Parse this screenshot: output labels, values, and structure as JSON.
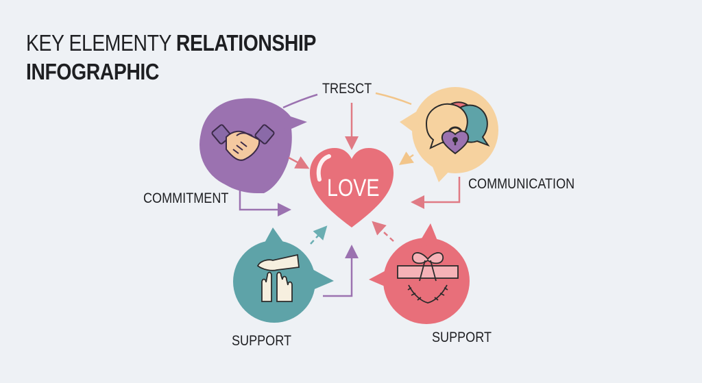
{
  "title": {
    "line1_part1": "KEY ELEMENTY ",
    "line1_part2": "RELATIONSHIP",
    "line2": "INFOGRAPHIC"
  },
  "center": {
    "label": "LOVE",
    "icon": "heart-icon",
    "color": "#e8707a"
  },
  "nodes": [
    {
      "id": "trust",
      "label": "TRESCT",
      "icon": "none",
      "color": "#e8707a"
    },
    {
      "id": "commitment",
      "label": "COMMITMENT",
      "icon": "handshake-icon",
      "color": "#9b72b0"
    },
    {
      "id": "communication",
      "label": "COMMUNICATION",
      "icon": "speech-bubbles-heart-lock-icon",
      "color": "#f6d29f"
    },
    {
      "id": "support-left",
      "label": "SUPPORT",
      "icon": "helping-hands-icon",
      "color": "#5ea3a8"
    },
    {
      "id": "support-right",
      "label": "SUPPORT",
      "icon": "bow-handshake-laurel-icon",
      "color": "#e86f7a"
    }
  ],
  "colors": {
    "background": "#eef1f5",
    "text": "#1e1f22",
    "purple": "#9b72b0",
    "peach": "#f6d29f",
    "teal": "#5ea3a8",
    "coral": "#e8707a"
  }
}
